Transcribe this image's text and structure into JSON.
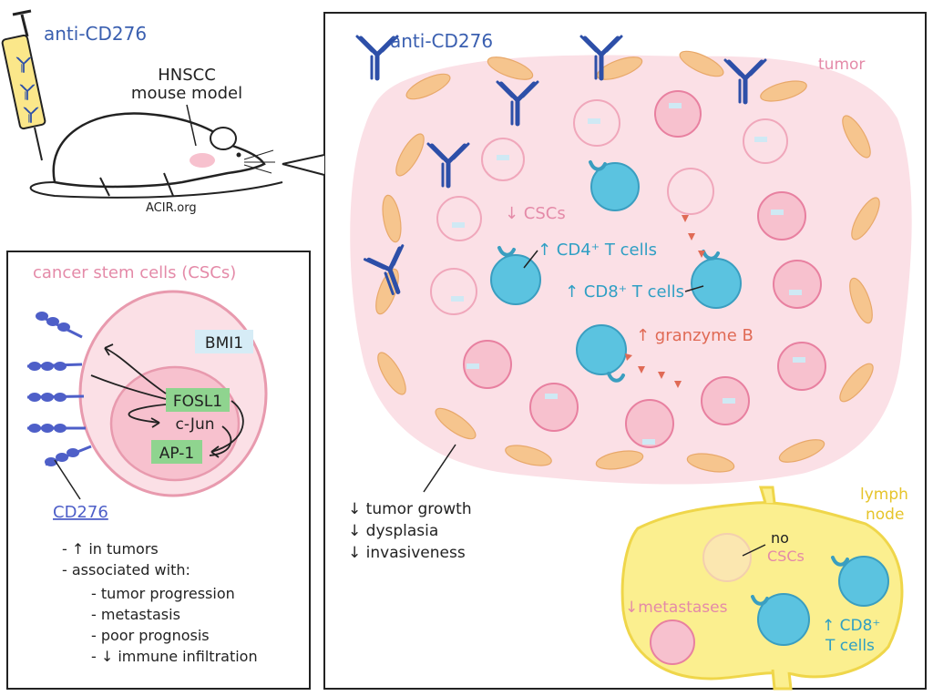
{
  "mouse_panel": {
    "syringe_label": "anti-CD276",
    "model_line1": "HNSCC",
    "model_line2": "mouse model",
    "credit": "ACIR.org"
  },
  "csc_panel": {
    "title": "cancer stem cells (CSCs)",
    "bmi1": "BMI1",
    "fosl1": "FOSL1",
    "cjun": "c-Jun",
    "ap1": "AP-1",
    "cd276_label": "CD276",
    "bullets": [
      "- ↑ in tumors",
      "- associated with:",
      "- tumor progression",
      "- metastasis",
      "- poor prognosis",
      "- ↓ immune infiltration"
    ]
  },
  "tumor_panel": {
    "antibody_label": "anti-CD276",
    "tumor_label": "tumor",
    "cscs": "↓ CSCs",
    "cd4": "↑ CD4⁺ T cells",
    "cd8": "↑ CD8⁺ T cells",
    "granzyme": "↑ granzyme B",
    "outcomes": [
      "↓ tumor growth",
      "↓ dysplasia",
      "↓ invasiveness"
    ]
  },
  "lymph_panel": {
    "title_line1": "lymph",
    "title_line2": "node",
    "no_line1": "no",
    "no_line2": "CSCs",
    "metastases": "↓metastases",
    "cd8_line1": "↑ CD8⁺",
    "cd8_line2": "T cells"
  },
  "colors": {
    "blue_text": "#3a5fb0",
    "pink_text": "#e48aa8",
    "cyan": "#5bc3e0",
    "red": "#e06a55",
    "tumor_fill": "#fbe0e6",
    "stroma": "#f6c58e",
    "lymph": "#fbef8f",
    "green_box": "#8fd48f",
    "bmi1_box": "#d6ecf6"
  }
}
